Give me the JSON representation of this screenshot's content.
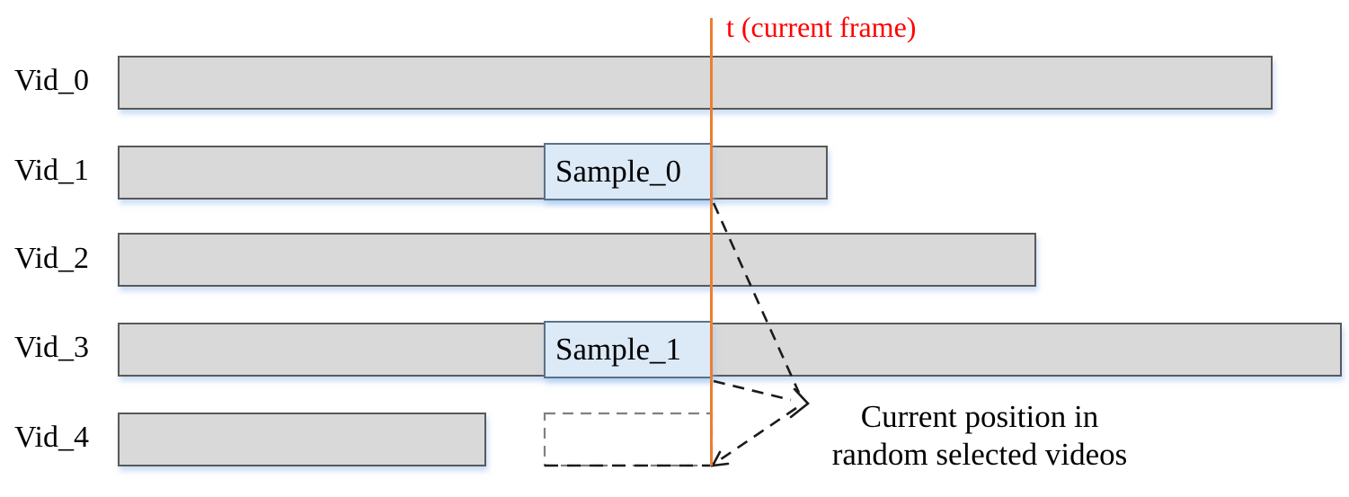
{
  "figure": {
    "current_frame_label": "t (current frame)",
    "annotation": {
      "line1": "Current position in",
      "line2": "random selected videos"
    },
    "videos": [
      {
        "label": "Vid_0"
      },
      {
        "label": "Vid_1",
        "sample": "Sample_0"
      },
      {
        "label": "Vid_2"
      },
      {
        "label": "Vid_3",
        "sample": "Sample_1"
      },
      {
        "label": "Vid_4"
      }
    ],
    "colors": {
      "bar_fill": "#d9d9d9",
      "bar_border": "#595959",
      "sample_fill": "#dce9f6",
      "sample_border": "#5a7287",
      "timeline_orange": "#ed7d31",
      "label_red": "#fe0000",
      "dash_gray": "#808080",
      "dash_black": "#1a1a1a",
      "text_black": "#000000"
    }
  }
}
